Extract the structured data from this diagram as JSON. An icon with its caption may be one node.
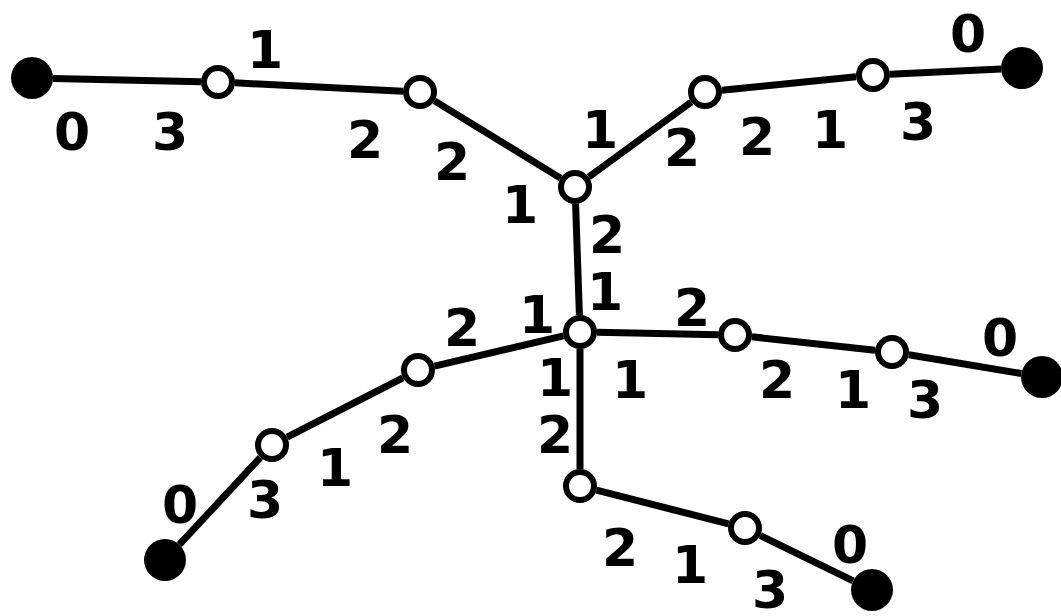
{
  "diagram": {
    "nodes": [
      {
        "text": [],
        "shape": "dot"
      },
      {
        "text": [],
        "shape": "circle"
      },
      {
        "text": [],
        "shape": "circle"
      },
      {
        "text": [],
        "shape": "circle"
      },
      {
        "text": [],
        "shape": "circle"
      },
      {
        "text": [],
        "shape": "circle"
      },
      {
        "text": [],
        "shape": "dot"
      },
      {
        "text": [],
        "shape": "circle"
      },
      {
        "text": [],
        "shape": "circle"
      },
      {
        "text": [],
        "shape": "circle"
      },
      {
        "text": [],
        "shape": "dot"
      },
      {
        "text": [],
        "shape": "circle"
      },
      {
        "text": [],
        "shape": "circle"
      },
      {
        "text": [],
        "shape": "dot"
      },
      {
        "text": [],
        "shape": "circle"
      },
      {
        "text": [],
        "shape": "circle"
      },
      {
        "text": [],
        "shape": "dot"
      }
    ],
    "edges": [
      {
        "from": 0,
        "to": 1,
        "arrow": "none"
      },
      {
        "from": 1,
        "to": 2,
        "arrow": "none"
      },
      {
        "from": 2,
        "to": 3,
        "arrow": "none"
      },
      {
        "from": 3,
        "to": 4,
        "arrow": "none"
      },
      {
        "from": 4,
        "to": 5,
        "arrow": "none"
      },
      {
        "from": 5,
        "to": 6,
        "arrow": "none"
      },
      {
        "from": 3,
        "to": 7,
        "arrow": "none"
      },
      {
        "from": 7,
        "to": 8,
        "arrow": "none"
      },
      {
        "from": 8,
        "to": 9,
        "arrow": "none"
      },
      {
        "from": 9,
        "to": 10,
        "arrow": "none"
      },
      {
        "from": 7,
        "to": 11,
        "arrow": "none"
      },
      {
        "from": 11,
        "to": 12,
        "arrow": "none"
      },
      {
        "from": 12,
        "to": 13,
        "arrow": "none"
      },
      {
        "from": 7,
        "to": 14,
        "arrow": "none"
      },
      {
        "from": 14,
        "to": 15,
        "arrow": "none"
      },
      {
        "from": 15,
        "to": 16,
        "arrow": "none"
      }
    ],
    "labels": [
      "0",
      "1",
      "3",
      "1",
      "0",
      "3",
      "1",
      "2",
      "2",
      "2",
      "2",
      "1",
      "2",
      "1",
      "2",
      "1",
      "2",
      "0",
      "1",
      "1",
      "2",
      "1",
      "3",
      "2",
      "2",
      "1",
      "3",
      "0",
      "0",
      "2",
      "1",
      "3"
    ]
  }
}
